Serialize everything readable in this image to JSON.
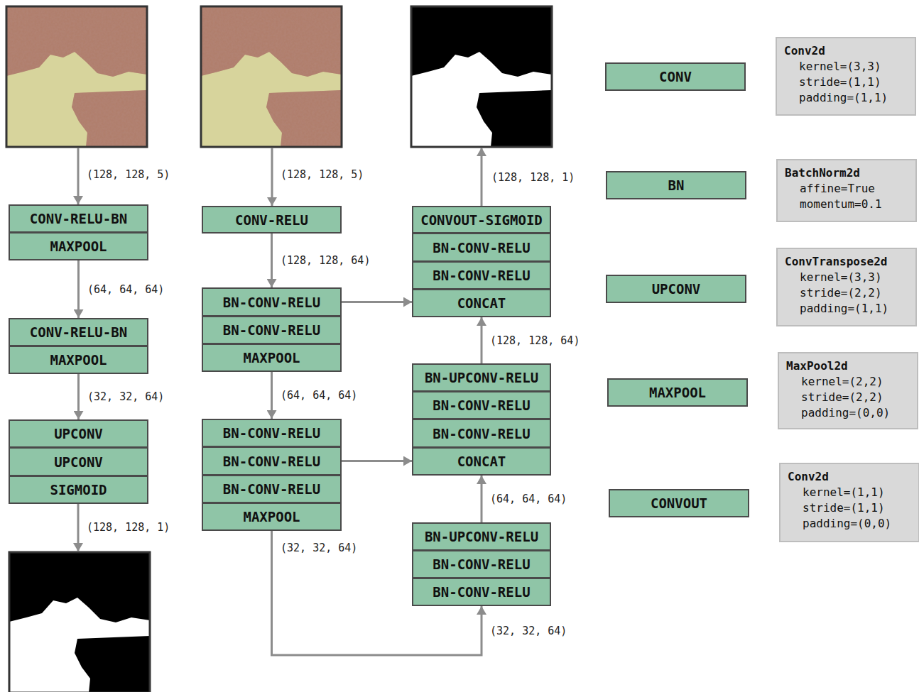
{
  "diagram": {
    "nodes": [
      {
        "text": [
          "CONV-RELU-BN"
        ]
      },
      {
        "text": [
          "MAXPOOL"
        ]
      },
      {
        "text": [
          "CONV-RELU-BN"
        ]
      },
      {
        "text": [
          "MAXPOOL"
        ]
      },
      {
        "text": [
          "UPCONV"
        ]
      },
      {
        "text": [
          "UPCONV"
        ]
      },
      {
        "text": [
          "SIGMOID"
        ]
      },
      {
        "text": [
          "CONV-RELU"
        ]
      },
      {
        "text": [
          "BN-CONV-RELU"
        ]
      },
      {
        "text": [
          "BN-CONV-RELU"
        ]
      },
      {
        "text": [
          "MAXPOOL"
        ]
      },
      {
        "text": [
          "BN-CONV-RELU"
        ]
      },
      {
        "text": [
          "BN-CONV-RELU"
        ]
      },
      {
        "text": [
          "BN-CONV-RELU"
        ]
      },
      {
        "text": [
          "MAXPOOL"
        ]
      },
      {
        "text": [
          "CONVOUT-SIGMOID"
        ]
      },
      {
        "text": [
          "BN-CONV-RELU"
        ]
      },
      {
        "text": [
          "BN-CONV-RELU"
        ]
      },
      {
        "text": [
          "CONCAT"
        ]
      },
      {
        "text": [
          "BN-UPCONV-RELU"
        ]
      },
      {
        "text": [
          "BN-CONV-RELU"
        ]
      },
      {
        "text": [
          "BN-CONV-RELU"
        ]
      },
      {
        "text": [
          "CONCAT"
        ]
      },
      {
        "text": [
          "BN-UPCONV-RELU"
        ]
      },
      {
        "text": [
          "BN-CONV-RELU"
        ]
      },
      {
        "text": [
          "BN-CONV-RELU"
        ]
      },
      {
        "text": [
          "CONV"
        ]
      },
      {
        "text": [
          "BN"
        ]
      },
      {
        "text": [
          "UPCONV"
        ]
      },
      {
        "text": [
          "MAXPOOL"
        ]
      },
      {
        "text": [
          "CONVOUT"
        ]
      },
      {
        "text": [
          "Conv2d",
          "kernel=(3,3)",
          "stride=(1,1)",
          "padding=(1,1)"
        ]
      },
      {
        "text": [
          "BatchNorm2d",
          "affine=True",
          "momentum=0.1"
        ]
      },
      {
        "text": [
          "ConvTranspose2d",
          "kernel=(3,3)",
          "stride=(2,2)",
          "padding=(1,1)"
        ]
      },
      {
        "text": [
          "MaxPool2d",
          "kernel=(2,2)",
          "stride=(2,2)",
          "padding=(0,0)"
        ]
      },
      {
        "text": [
          "Conv2d",
          "kernel=(1,1)",
          "stride=(1,1)",
          "padding=(0,0)"
        ]
      }
    ],
    "edges": [
      {
        "from": 1,
        "to": 2,
        "arrow": "to",
        "label": "(64, 64, 64)"
      },
      {
        "from": 3,
        "to": 4,
        "arrow": "to",
        "label": "(32, 32, 64)"
      },
      {
        "from": 7,
        "to": 8,
        "arrow": "to",
        "label": "(128, 128, 64)"
      },
      {
        "from": 10,
        "to": 11,
        "arrow": "to",
        "label": "(64, 64, 64)"
      },
      {
        "from": 8,
        "to": 18,
        "arrow": "to"
      },
      {
        "from": 12,
        "to": 22,
        "arrow": "to"
      },
      {
        "from": 14,
        "to": 25,
        "arrow": "to",
        "label": "(32, 32, 64)"
      },
      {
        "from": 23,
        "to": 22,
        "arrow": "to",
        "label": "(64, 64, 64)"
      },
      {
        "from": 19,
        "to": 18,
        "arrow": "to",
        "label": "(128, 128, 64)"
      }
    ],
    "labels": [
      "(128, 128, 5)",
      "(128, 128, 5)",
      "(128, 128, 1)",
      "(128, 128, 1)",
      "(32, 32, 64)"
    ]
  }
}
